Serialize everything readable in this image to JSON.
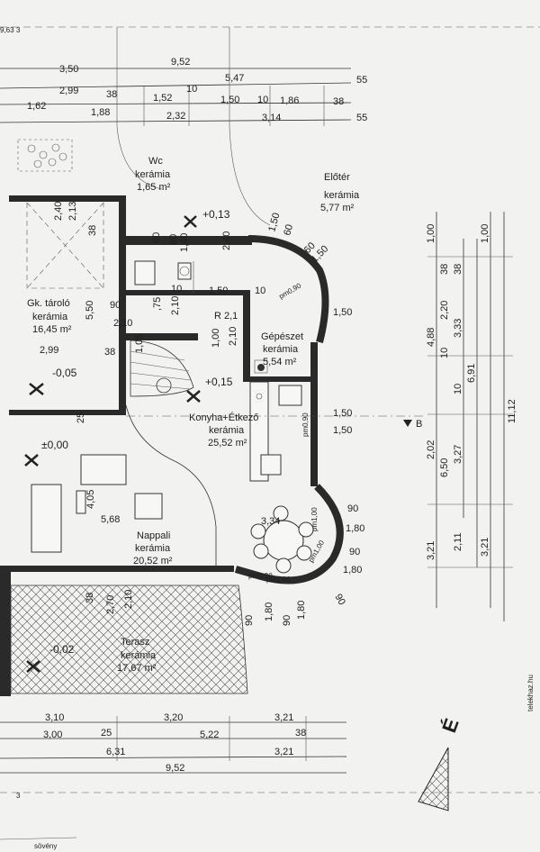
{
  "dims": {
    "top": {
      "r1": [
        "9,52"
      ],
      "r2": [
        "3,50",
        "5,47",
        "55"
      ],
      "r3": [
        "2,99",
        "38",
        "1,52",
        "10",
        "1,50",
        "10",
        "1,86",
        "38"
      ],
      "r4": [
        "1,62",
        "1,88",
        "2,32",
        "3,14",
        "55"
      ]
    },
    "bottom": {
      "r1": [
        "3,10",
        "3,20",
        "3,21"
      ],
      "r2": [
        "3,00",
        "25",
        "5,22",
        "38"
      ],
      "r3": [
        "6,31",
        "3,21"
      ],
      "r4": [
        "9,52"
      ]
    },
    "right": {
      "c1": [
        "1,00",
        "4,88",
        "2,02",
        "3,21"
      ],
      "c2": [
        "38",
        "2,20",
        "10",
        "6,50"
      ],
      "c3": [
        "38",
        "3,33",
        "10",
        "3,27",
        "2,11"
      ],
      "c4": [
        "6,91",
        "3,21"
      ],
      "c5": [
        "1,00",
        "11,12"
      ]
    },
    "interior": [
      "2,40",
      "2,13",
      "38",
      "90",
      "2,10",
      ",75",
      "2,10",
      "5,50",
      "2,99",
      "38",
      "25",
      "1,40",
      "2,40",
      "1,50",
      "10",
      "1,00",
      "2,10",
      "10",
      "4,05",
      "5,68",
      "3,34",
      "38",
      "2,70",
      "2,10",
      "1,05",
      "R 2,1"
    ],
    "openings": [
      "60",
      "60",
      "1,50",
      "60",
      "1,50",
      "60",
      "1,50",
      "1,50",
      "1,50",
      "90",
      "1,80",
      "90",
      "1,80",
      "90",
      "1,80",
      "90",
      "1,80",
      "90"
    ],
    "parapet": [
      "pm0,90",
      "pm0,90",
      "pm1,00",
      "pm1,00",
      "pm1,00",
      "pm0,90"
    ]
  },
  "rooms": {
    "wc": {
      "name": "Wc",
      "floor": "kerámia",
      "area": "1,65 m²"
    },
    "eloter": {
      "name": "Előtér",
      "floor": "kerámia",
      "area": "5,77 m²"
    },
    "garage": {
      "name": "Gk. tároló",
      "floor": "kerámia",
      "area": "16,45 m²"
    },
    "gepeszet": {
      "name": "Gépészet",
      "floor": "kerámia",
      "area": "5,54 m²"
    },
    "konyha": {
      "name": "Konyha+Étkező",
      "floor": "kerámia",
      "area": "25,52 m²"
    },
    "nappali": {
      "name": "Nappali",
      "floor": "kerámia",
      "area": "20,52 m²"
    },
    "terasz": {
      "name": "Terasz",
      "floor": "kerámia",
      "area": "17,67 m²"
    }
  },
  "levels": {
    "l1": "+0,13",
    "l2": "-0,05",
    "l3": "+0,15",
    "l4": "±0,00",
    "l5": "-0,02"
  },
  "marks": {
    "section": "B",
    "north": "É",
    "hedge": "sövény",
    "corner_top": "3",
    "corner_top_left": "9,63",
    "corner_bottom": "3",
    "watermark": "telekhaz.hu"
  }
}
